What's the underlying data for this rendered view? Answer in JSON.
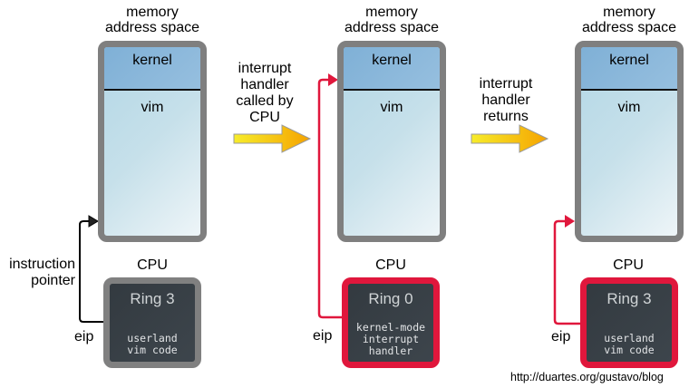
{
  "panels": [
    {
      "memory_title": [
        "memory",
        "address space"
      ],
      "kernel_label": "kernel",
      "vim_label": "vim",
      "cpu_label": "CPU",
      "ring_label": "Ring 3",
      "code_lines": [
        "userland",
        "vim code"
      ],
      "eip_label": "eip",
      "pointer_label": [
        "instruction",
        "pointer"
      ],
      "cpu_border_color": "#808080",
      "arrow_color": "#000000",
      "arrow_target": "vim"
    },
    {
      "memory_title": [
        "memory",
        "address space"
      ],
      "kernel_label": "kernel",
      "vim_label": "vim",
      "cpu_label": "CPU",
      "ring_label": "Ring 0",
      "code_lines": [
        "kernel-mode",
        "interrupt",
        "handler"
      ],
      "eip_label": "eip",
      "cpu_border_color": "#e0173c",
      "arrow_color": "#e0173c",
      "arrow_target": "kernel"
    },
    {
      "memory_title": [
        "memory",
        "address space"
      ],
      "kernel_label": "kernel",
      "vim_label": "vim",
      "cpu_label": "CPU",
      "ring_label": "Ring 3",
      "code_lines": [
        "userland",
        "vim code"
      ],
      "eip_label": "eip",
      "cpu_border_color": "#e0173c",
      "arrow_color": "#e0173c",
      "arrow_target": "vim"
    }
  ],
  "transitions": [
    {
      "label": [
        "interrupt",
        "handler",
        "called by",
        "CPU"
      ]
    },
    {
      "label": [
        "interrupt",
        "handler",
        "returns"
      ]
    }
  ],
  "footer": {
    "url": "http://duartes.org/gustavo/blog"
  },
  "colors": {
    "accent_red": "#e0173c",
    "arrow_yellow_start": "#f7e11a",
    "arrow_yellow_end": "#f5a400",
    "border_gray": "#7f7f7f"
  }
}
